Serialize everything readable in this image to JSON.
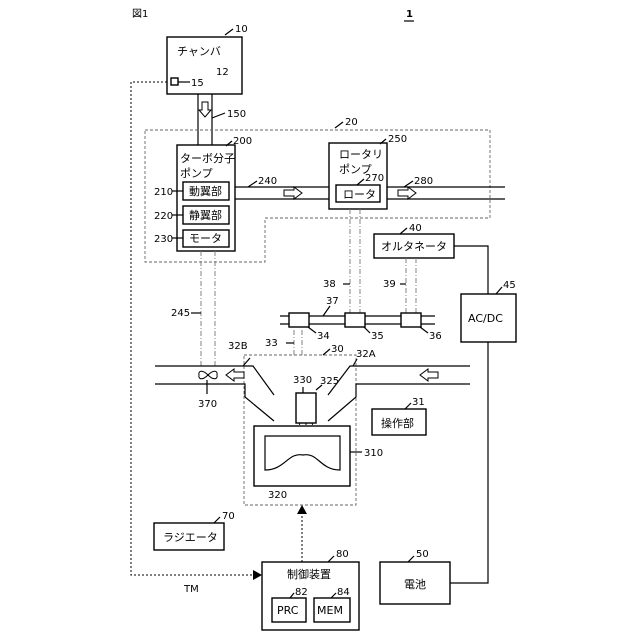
{
  "figure": {
    "title": "図1",
    "ref": "1"
  },
  "chamber": {
    "name": "チャンバ",
    "ref": "10",
    "inner_ref": "12",
    "sensor_ref": "15"
  },
  "pipe_150": "150",
  "exhaust_system_ref": "20",
  "turbo": {
    "line1": "ターボ分子",
    "line2": "ポンプ",
    "ref": "200"
  },
  "blade_moving": {
    "name": "動翼部",
    "ref": "210"
  },
  "blade_static": {
    "name": "静翼部",
    "ref": "220"
  },
  "motor": {
    "name": "モータ",
    "ref": "230"
  },
  "pipe_240": "240",
  "rotary": {
    "line1": "ロータリ",
    "line2": "ポンプ",
    "ref": "250"
  },
  "rotor": {
    "name": "ロータ",
    "ref": "270"
  },
  "pipe_280": "280",
  "alternator": {
    "name": "オルタネータ",
    "ref": "40"
  },
  "acdc": {
    "name": "AC/DC",
    "ref": "45"
  },
  "belt_37": "37",
  "belt_38": "38",
  "belt_39": "39",
  "pulley_34": "34",
  "pulley_35": "35",
  "pulley_36": "36",
  "shaft_33": "33",
  "belt_245": "245",
  "engine_ref": "30",
  "intake_32B": "32B",
  "intake_32A": "32A",
  "fan_370": "370",
  "piston_330": "330",
  "injector_325": "325",
  "cylinder_310": "310",
  "crank_320": "320",
  "operation": {
    "name": "操作部",
    "ref": "31"
  },
  "radiator": {
    "name": "ラジエータ",
    "ref": "70"
  },
  "controller": {
    "name": "制御装置",
    "ref": "80"
  },
  "prc": {
    "name": "PRC",
    "ref": "82"
  },
  "mem": {
    "name": "MEM",
    "ref": "84"
  },
  "battery": {
    "name": "電池",
    "ref": "50"
  },
  "signal_tm": "TM"
}
